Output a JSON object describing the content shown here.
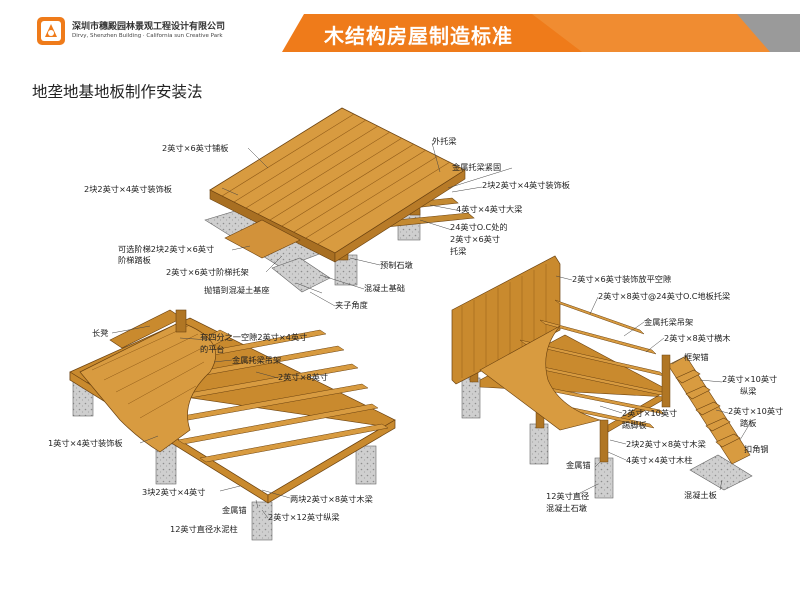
{
  "header": {
    "company_name": "深圳市穗殿园林景观工程设计有限公司",
    "company_name_en": "Dirvy, Shenzhen Building · California sun Creative Park",
    "banner_title": "木结构房屋制造标准",
    "colors": {
      "banner_orange": "#ef7b1a",
      "banner_dark": "#8a8a8a",
      "wood": "#c98a2e",
      "wood_dark": "#8f5a17",
      "concrete": "#bdbdbd"
    }
  },
  "section_title": "地垄地基地板制作安装法",
  "diagram1_labels": {
    "l1": "2英寸×6英寸铺板",
    "l2": "2块2英寸×4英寸装饰板",
    "l3a": "可选阶梯2块2英寸×6英寸",
    "l3b": "阶梯踏板",
    "l4": "2英寸×6英寸阶梯托架",
    "l5": "抛锚到混凝土基座",
    "l6": "外托梁",
    "l7": "金属托梁紧固",
    "l8": "2块2英寸×4英寸装饰板",
    "l9": "4英寸×4英寸大梁",
    "l10a": "24英寸O.C处的",
    "l10b": "2英寸×6英寸",
    "l10c": "托梁",
    "l11": "预制石墩",
    "l12": "混凝土基础",
    "l13": "夹子角度"
  },
  "diagram2_labels": {
    "l1": "长凳",
    "l2a": "有四分之一空隙2英寸×4英寸",
    "l2b": "的平台",
    "l3": "金属托梁吊架",
    "l4": "2英寸×8英寸",
    "l5": "1英寸×4英寸装饰板",
    "l6": "3块2英寸×4英寸",
    "l7": "两块2英寸×8英寸木梁",
    "l8": "金属锚",
    "l9": "2英寸×12英寸纵梁",
    "l10": "12英寸直径水泥柱"
  },
  "diagram3_labels": {
    "l1": "2英寸×6英寸装饰放平空隙",
    "l2": "2英寸×8英寸@24英寸O.C地板托梁",
    "l3": "金属托梁吊架",
    "l4": "2英寸×8英寸横木",
    "l5": "框架锚",
    "l6a": "2英寸×10英寸",
    "l6b": "纵梁",
    "l7a": "2英寸×10英寸",
    "l7b": "踏板",
    "l8": "扣角钢",
    "l9a": "2英寸×10英寸",
    "l9b": "踢脚板",
    "l10": "2块2英寸×8英寸木梁",
    "l11": "4英寸×4英寸木柱",
    "l12": "金属锚",
    "l13a": "12英寸直径",
    "l13b": "混凝土石墩",
    "l14": "混凝土板"
  }
}
